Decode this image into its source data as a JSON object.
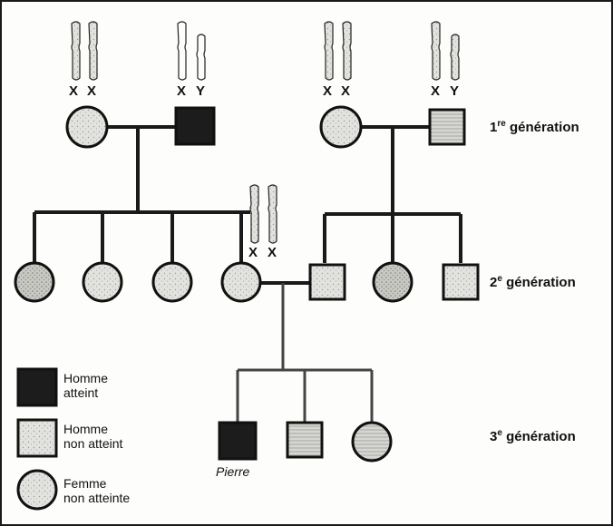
{
  "chromosomes": {
    "x_letter": "X",
    "y_letter": "Y"
  },
  "generations": {
    "g1": {
      "num": "1",
      "sup": "re",
      "text": " génération"
    },
    "g2": {
      "num": "2",
      "sup": "e",
      "text": " génération"
    },
    "g3": {
      "num": "3",
      "sup": "e",
      "text": " génération"
    }
  },
  "person_label": "Pierre",
  "legend": {
    "affected_male_line1": "Homme",
    "affected_male_line2": "atteint",
    "unaffected_male_line1": "Homme",
    "unaffected_male_line2": "non atteint",
    "unaffected_female_line1": "Femme",
    "unaffected_female_line2": "non atteinte"
  },
  "colors": {
    "line": "#1a1a1a",
    "affected": "#1c1c1c",
    "unaffected_fill": "#e4e4e0",
    "female_fill": "#ecece8"
  }
}
